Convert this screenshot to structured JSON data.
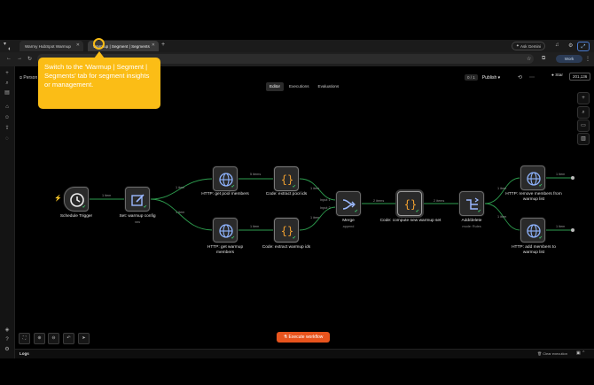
{
  "browser": {
    "tabs": [
      {
        "label": "Warmy HubSpot Warmup"
      },
      {
        "label": "Warmup | Segment | Segments"
      }
    ],
    "ask_gemini": "Ask Gemini",
    "work_label": "Work"
  },
  "app": {
    "breadcrumb": "Person",
    "view_tabs": [
      "Editor",
      "Executions",
      "Evaluations"
    ],
    "counter": "0 / 1",
    "publish": "Publish",
    "star": "Star",
    "star_count": "201,136",
    "execute_button": "Execute workflow",
    "logs": "Logs",
    "clear_execution": "Clear execution"
  },
  "nodes": {
    "schedule": {
      "label": "Schedule Trigger"
    },
    "set_config": {
      "label": "Set: warmup config",
      "sub": "raw"
    },
    "get_pool": {
      "label": "HTTP: get pool members"
    },
    "get_warmup": {
      "label": "HTTP: get warmup members"
    },
    "code_pool": {
      "label": "Code: extract pool ids"
    },
    "code_warmup": {
      "label": "Code: extract warmup ids"
    },
    "merge": {
      "label": "Merge",
      "sub": "append"
    },
    "code_compute": {
      "label": "Code: compute new warmup set"
    },
    "add_delete": {
      "label": "Add/delete",
      "sub": "mode: Rules"
    },
    "remove": {
      "label": "HTTP: remove members from warmup list"
    },
    "add": {
      "label": "HTTP: add members to warmup list"
    }
  },
  "edges": {
    "e1": "1 item",
    "e2": "1 item",
    "e3": "1 item",
    "e4": "5 items",
    "e5": "1 item",
    "e6": "1 item",
    "e7": "1 item",
    "input1": "Input 1",
    "input2": "Input 2",
    "e8": "2 items",
    "e9": "2 items",
    "e10": "1 item",
    "e11": "1 item",
    "out1": "1 item",
    "out2": "1 item"
  },
  "tooltip": {
    "text": "Switch to the 'Warmup | Segment | Segments' tab for segment insights or management."
  },
  "colors": {
    "accent": "#fbbd16",
    "execute": "#e8541d",
    "edge": "#2e9e4f",
    "success": "#3ecf6e"
  }
}
